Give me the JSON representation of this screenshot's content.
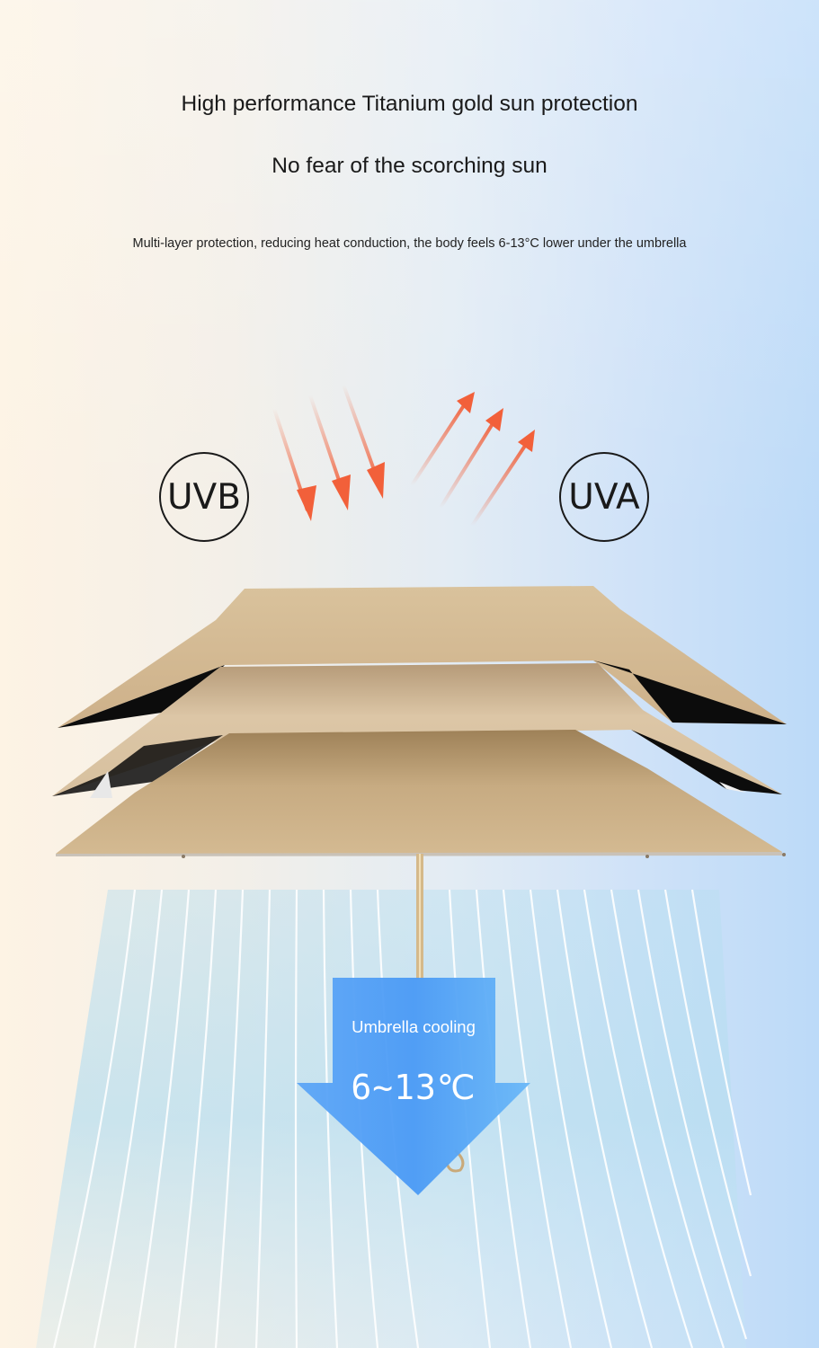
{
  "headline": "High performance Titanium gold sun protection",
  "subhead": "No fear of the scorching sun",
  "description": "Multi-layer protection, reducing heat conduction, the body feels 6-13°C lower under the umbrella",
  "badges": {
    "left": "UVB",
    "right": "UVA"
  },
  "cooling": {
    "label": "Umbrella cooling",
    "value": "6~13℃"
  },
  "colors": {
    "arrow_red": "#f2603a",
    "canopy_gold": "#cfb28a",
    "cool_blue": "#4a9af5",
    "airflow_blue": "#b7def0"
  },
  "icons": {
    "incoming": "downward-sun-rays-arrows",
    "outgoing": "upward-reflected-rays-arrows",
    "cooling": "down-arrow"
  }
}
